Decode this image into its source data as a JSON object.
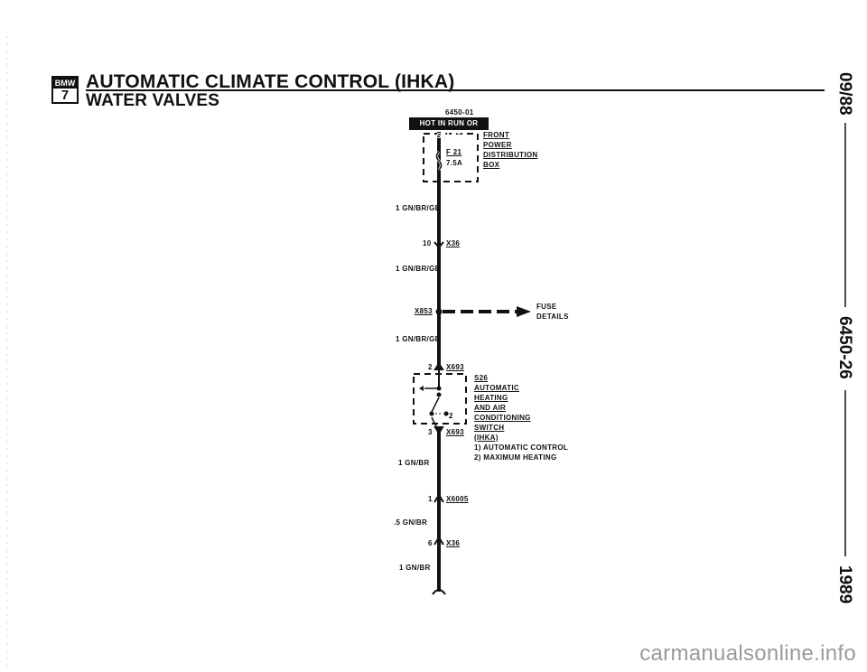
{
  "header": {
    "logo_top": "BMW",
    "logo_bottom": "7",
    "title": "AUTOMATIC CLIMATE CONTROL (IHKA)",
    "subtitle": "WATER VALVES"
  },
  "diagram": {
    "fuse_ref": "6450-01",
    "power_label": "HOT IN RUN OR START",
    "fuse_id": "F 21",
    "fuse_rating": "7.5A",
    "box_lines": [
      "FRONT",
      "POWER",
      "DISTRIBUTION",
      "BOX"
    ],
    "wire_1": "1 GN/BR/GE",
    "conn_x36_pin": "10",
    "conn_x36": "X36",
    "wire_2": "1 GN/BR/GE",
    "splice": "X853",
    "fuse_details": [
      "FUSE",
      "DETAILS"
    ],
    "wire_3": "1 GN/BR/GE",
    "x693_pin_top": "2",
    "x693_top": "X693",
    "switch_lines": [
      "S26",
      "AUTOMATIC",
      "HEATING",
      "AND AIR",
      "CONDITIONING",
      "SWITCH",
      "(IHKA)"
    ],
    "switch_pos": "2",
    "x693_pin_bot": "3",
    "x693_bot": "X693",
    "notes": [
      "1) AUTOMATIC CONTROL",
      "2) MAXIMUM HEATING"
    ],
    "wire_4": "1 GN/BR",
    "x6005_pin": "1",
    "x6005": "X6005",
    "wire_5": ".5 GN/BR",
    "x36b_pin": "6",
    "x36b": "X36",
    "wire_6": "1 GN/BR"
  },
  "sidebar": {
    "date": "09/88",
    "page": "6450-26",
    "year": "1989"
  },
  "watermark": "carmanualsonline.info"
}
